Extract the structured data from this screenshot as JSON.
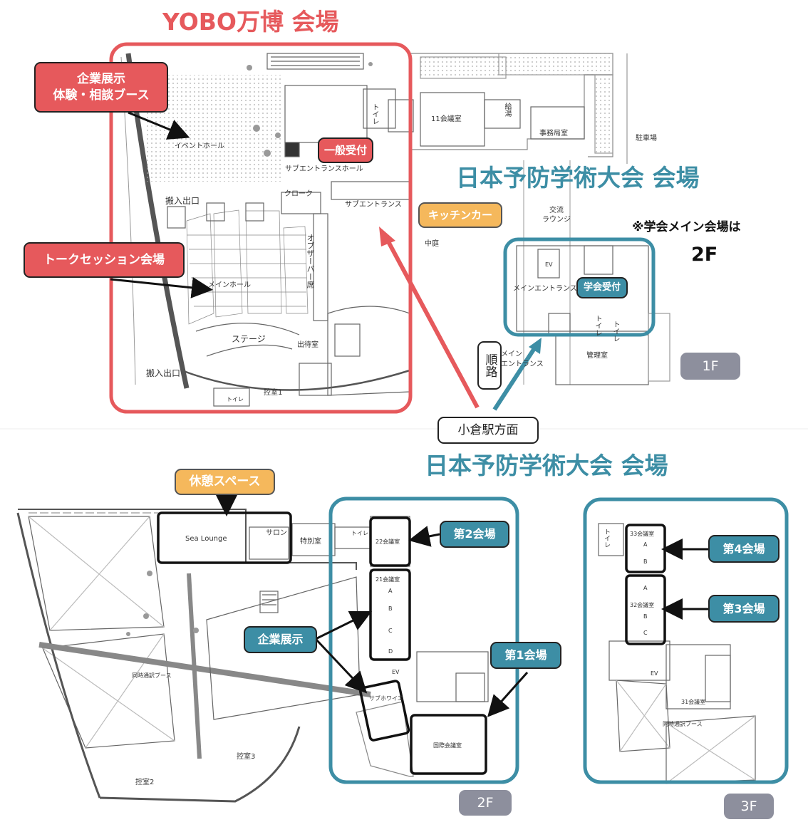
{
  "headings": {
    "yobo": "YOBO万博 会場",
    "academic_1f": "日本予防学術大会 会場",
    "academic_2f": "日本予防学術大会 会場",
    "note_line1": "※学会メイン会場は",
    "note_line2": "2F"
  },
  "callouts": {
    "exhibit_1f": "企業展示\n体験・相談ブース",
    "talk_session": "トークセッション会場",
    "general_reception": "一般受付",
    "kitchen_car": "キッチンカー",
    "academic_reception": "学会受付",
    "route": "順路",
    "kokura": "小倉駅方面",
    "rest_space": "休憩スペース",
    "hall2": "第2会場",
    "exhibit_2f": "企業展示",
    "hall1": "第1会場",
    "hall4": "第4会場",
    "hall3": "第3会場"
  },
  "floors": {
    "f1": "1F",
    "f2": "2F",
    "f3": "3F"
  },
  "rooms_1f": {
    "event_hall": "イベントホール",
    "sub_entrance_hall": "サブエントランスホール",
    "cloak": "クローク",
    "sub_entrance": "サブエントランス",
    "loading_1": "搬入出口",
    "loading_2": "搬入出口",
    "main_hall": "メインホール",
    "observer": "オブザーバー席",
    "stage": "ステージ",
    "waiting": "出待室",
    "hikae1": "控室1",
    "toilet_a": "トイレ",
    "toilet_b": "トイレ",
    "toilet_c": "トイレ",
    "toilet_d": "トイレ",
    "room11": "11会議室",
    "kyuto": "給湯",
    "office": "事務局室",
    "parking": "駐車場",
    "lounge": "交流\nラウンジ",
    "courtyard": "中庭",
    "main_entrance_in": "メインエントランス",
    "main_entrance_out": "メイン\nエントランス",
    "ev": "EV",
    "admin": "管理室"
  },
  "rooms_2f": {
    "sea_lounge": "Sea Lounge",
    "salon": "サロン",
    "special": "特別室",
    "toilet": "トイレ",
    "room22": "22会議室",
    "room21": "21会議室",
    "a": "A",
    "b": "B",
    "c": "C",
    "d": "D",
    "ev": "EV",
    "sub_hall": "サブホワイエ",
    "intl": "国際会議室",
    "interp": "同時通訳ブース",
    "hikae2": "控室2",
    "hikae3": "控室3"
  },
  "rooms_3f": {
    "toilet": "トイレ",
    "room33": "33会議室",
    "a1": "A",
    "b1": "B",
    "a2": "A",
    "room32": "32会議室",
    "b2": "B",
    "c2": "C",
    "ev": "EV",
    "room31": "31会議室",
    "interp": "同時通訳ブース"
  },
  "colors": {
    "red": "#e6595c",
    "teal": "#3d8ea5",
    "orange": "#f5b85c",
    "floor_tag": "#8d8f9d"
  }
}
